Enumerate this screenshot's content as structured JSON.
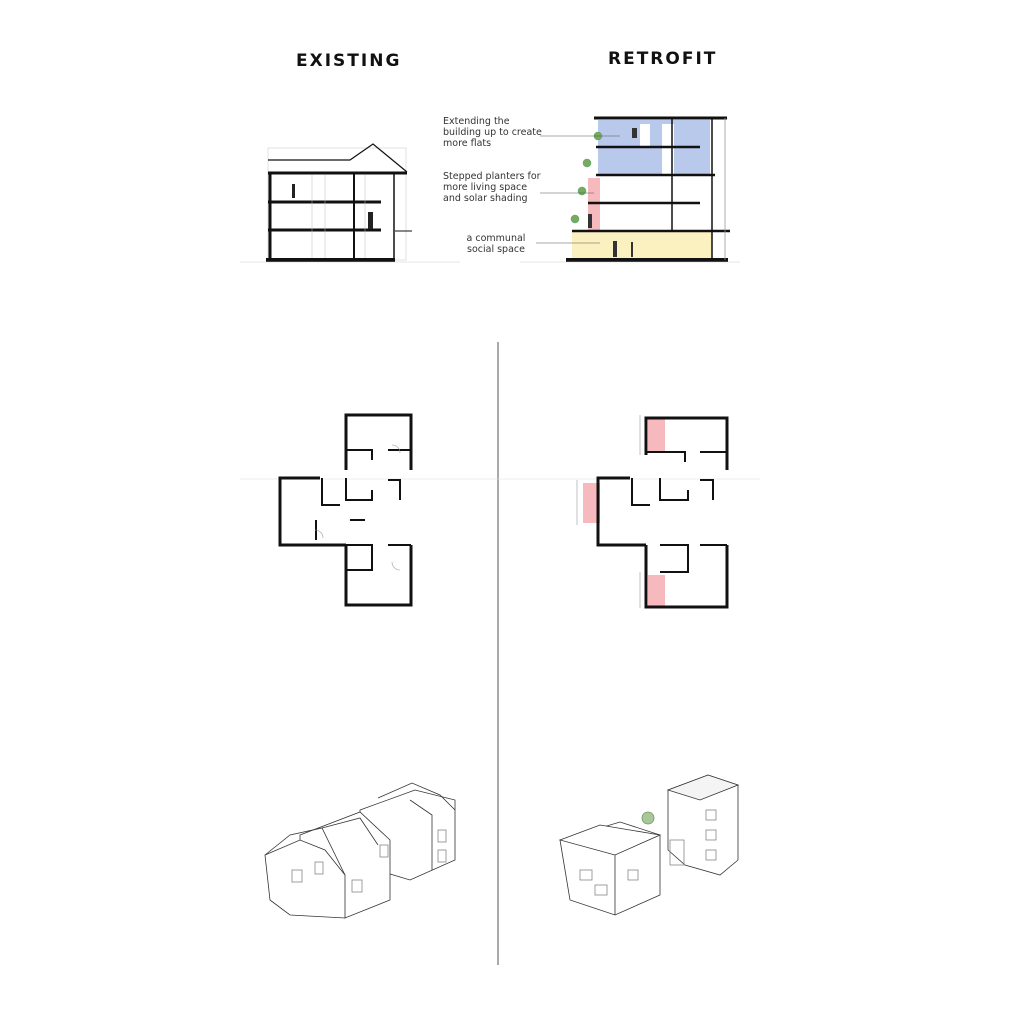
{
  "titles": {
    "existing": "EXISTING",
    "retrofit": "RETROFIT"
  },
  "annotations": [
    "Extending the building up to create more flats",
    "Stepped planters for more living space and solar shading",
    "a communal social space"
  ],
  "colors": {
    "extension": "#b9c9ec",
    "planter": "#f6b9bd",
    "communal": "#fbf0c0",
    "line": "#111111"
  }
}
